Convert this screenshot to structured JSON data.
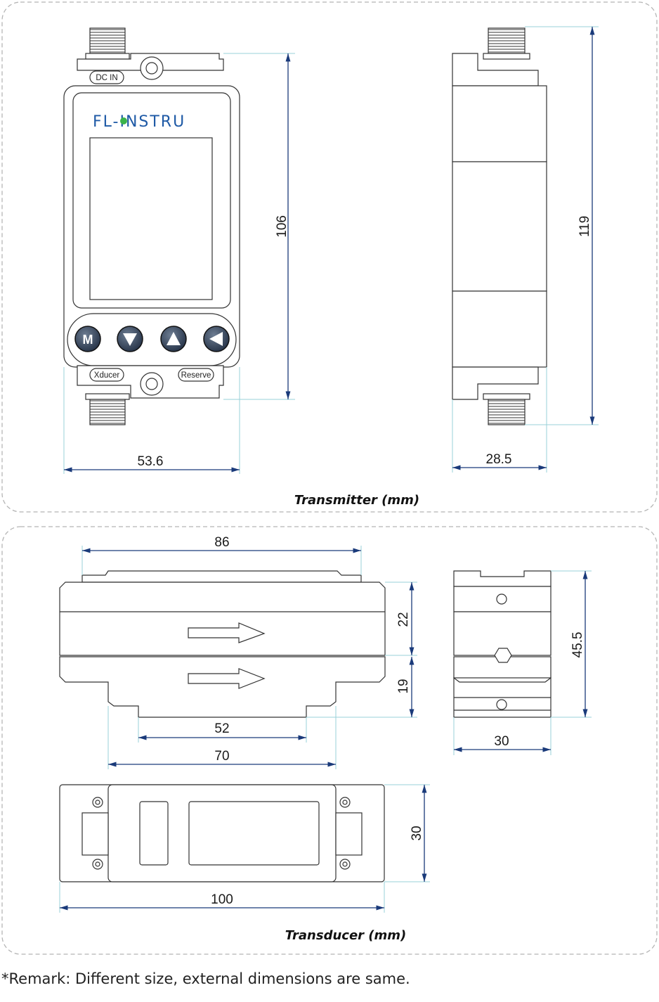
{
  "brand": {
    "logo": "FL-INSTRU"
  },
  "transmitter": {
    "caption": "Transmitter  (mm)",
    "labels": {
      "dc_in": "DC IN",
      "xducer": "Xducer",
      "reserve": "Reserve"
    },
    "buttons": [
      "M",
      "down",
      "up",
      "left"
    ],
    "dims": {
      "height_front": "106",
      "width_front": "53.6",
      "height_side": "119",
      "width_side": "28.5"
    }
  },
  "transducer": {
    "caption": "Transducer  (mm)",
    "dims": {
      "top_width": "86",
      "upper_h": "22",
      "lower_h": "19",
      "mid_width": "52",
      "base_width": "70",
      "side_h": "45.5",
      "side_w": "30",
      "bottom_h": "30",
      "bottom_w": "100"
    }
  },
  "remark": "*Remark: Different size, external dimensions are same.",
  "colors": {
    "dim_line": "#1a3a7a",
    "ext_line": "#9ad0d8",
    "frame": "#b5b5b5",
    "logo": "#1f5aa6",
    "button": "#3a4a60"
  }
}
